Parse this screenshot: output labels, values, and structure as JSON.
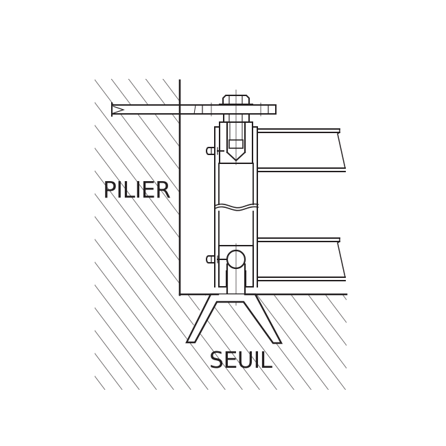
{
  "diagram": {
    "type": "technical-section-drawing",
    "subject": "gate hinge mounted on pillar with ground pivot on threshold",
    "colors": {
      "line": "#231f20",
      "background": "#ffffff",
      "hatch": "#231f20"
    },
    "labels": {
      "pillar": "PILIER",
      "threshold": "SEUIL"
    },
    "components": [
      {
        "id": "pillar",
        "label": "PILIER",
        "style": "hatched"
      },
      {
        "id": "threshold",
        "label": "SEUIL",
        "style": "hatched"
      },
      {
        "id": "top-bracket",
        "desc": "flat bar anchored into pillar"
      },
      {
        "id": "top-bolt",
        "desc": "hex bolt with nut through bracket"
      },
      {
        "id": "gate-post",
        "desc": "vertical post with break line"
      },
      {
        "id": "gate-rail-top",
        "desc": "horizontal rail"
      },
      {
        "id": "gate-rail-bottom",
        "desc": "horizontal rail"
      },
      {
        "id": "grease-nipple-top"
      },
      {
        "id": "grease-nipple-bottom"
      },
      {
        "id": "ground-pivot-ball"
      },
      {
        "id": "anchor-plate",
        "desc": "bent anchor in threshold"
      }
    ]
  }
}
